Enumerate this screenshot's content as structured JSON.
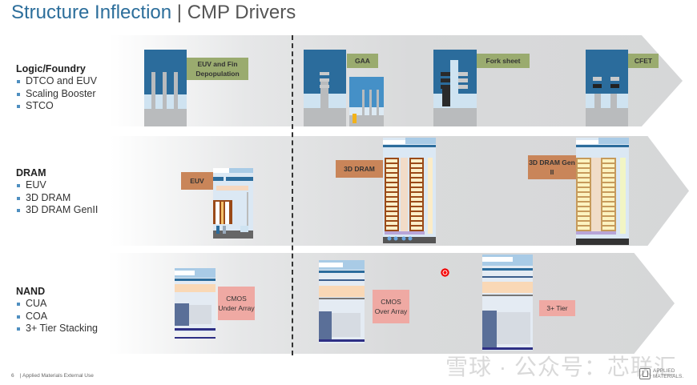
{
  "header": {
    "title_part1": "Structure Inflection",
    "separator": " | ",
    "title_part2": "CMP Drivers"
  },
  "rows": [
    {
      "heading": "Logic/Foundry",
      "bullets": [
        "DTCO and EUV",
        "Scaling Booster",
        "STCO"
      ],
      "labels": [
        "EUV and Fin Depopulation",
        "GAA",
        "Fork sheet",
        "CFET"
      ]
    },
    {
      "heading": "DRAM",
      "bullets": [
        "EUV",
        "3D DRAM",
        "3D DRAM GenII"
      ],
      "labels": [
        "EUV",
        "3D DRAM",
        "3D DRAM Gen II"
      ]
    },
    {
      "heading": "NAND",
      "bullets": [
        "CUA",
        "COA",
        "3+ Tier Stacking"
      ],
      "labels": [
        "CMOS Under Array",
        "CMOS Over Array",
        "3+ Tier"
      ]
    }
  ],
  "footer": {
    "page_number": "6",
    "classification": "|  Applied Materials External Use",
    "logo_line1": "APPLIED",
    "logo_line2": "MATERIALS."
  },
  "watermark": "雪球 · 公众号：芯联汇",
  "colors": {
    "title_blue": "#2c6e9b",
    "logic_label": "#9aab6f",
    "dram_label": "#c98559",
    "nand_label": "#efa9a3",
    "device_blue": "#2b6c9c"
  }
}
